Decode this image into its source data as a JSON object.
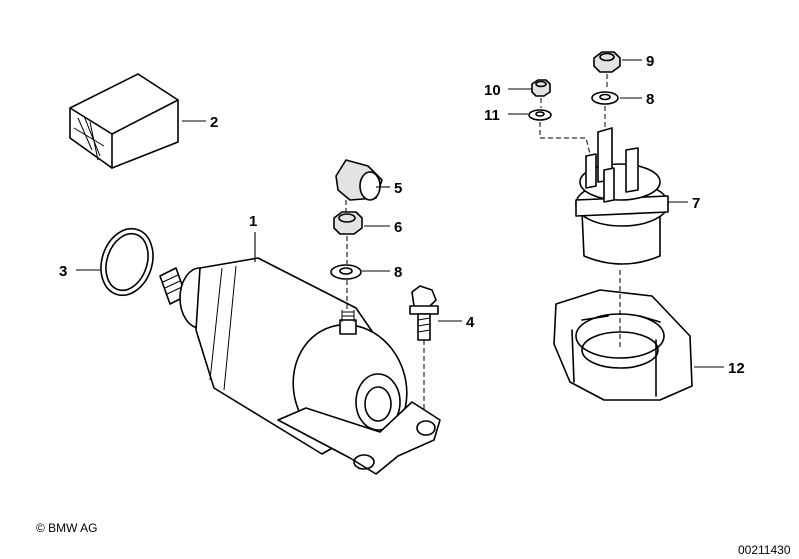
{
  "diagram": {
    "callouts": [
      "1",
      "2",
      "3",
      "4",
      "5",
      "6",
      "7",
      "8",
      "8",
      "9",
      "10",
      "11",
      "12"
    ],
    "copyright": "© BMW AG",
    "drawing_number": "00211430"
  }
}
